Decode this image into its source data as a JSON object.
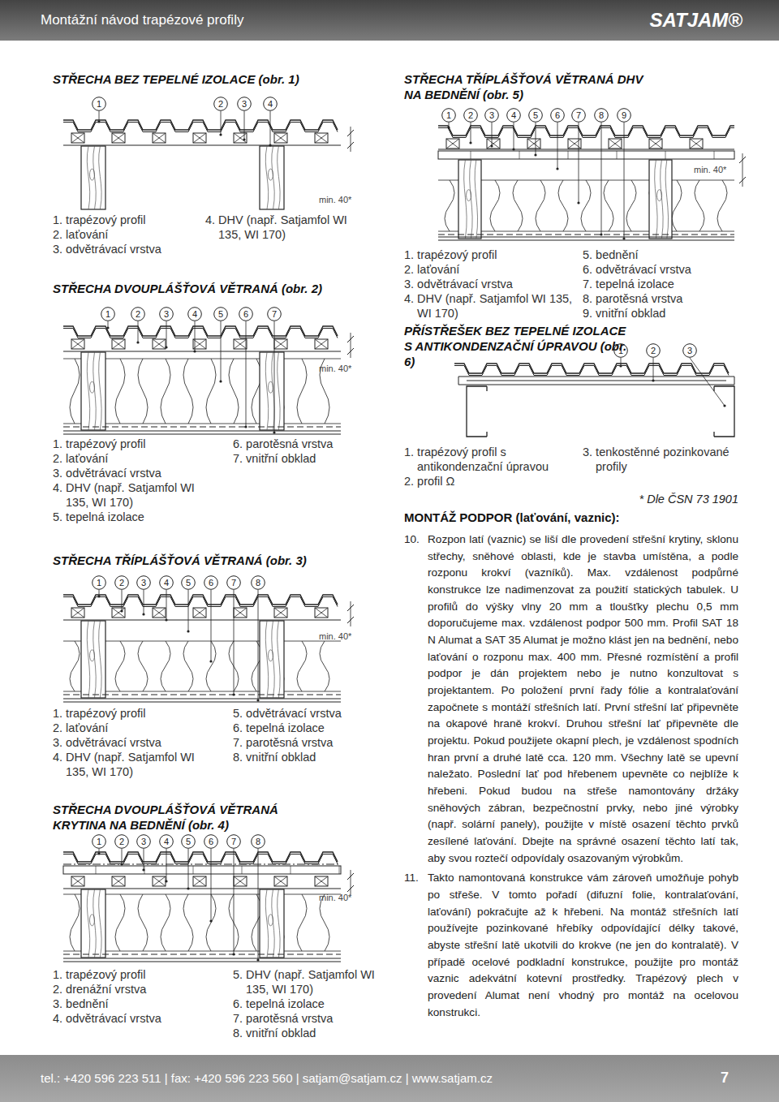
{
  "diagram": {
    "nodes": [
      {
        "text": [
          "Montážní návod trapézové profily",
          "SATJAM®"
        ]
      },
      {
        "text": [
          "tel.: +420 596 223 511 | fax: +420 596 223 560 | satjam@satjam.cz | www.satjam.cz",
          "7"
        ]
      },
      {
        "text": [
          "1"
        ]
      },
      {
        "text": [
          "2"
        ]
      },
      {
        "text": [
          "3"
        ]
      },
      {
        "text": [
          "4"
        ]
      },
      {
        "text": [
          "1"
        ]
      },
      {
        "text": [
          "2"
        ]
      },
      {
        "text": [
          "3"
        ]
      },
      {
        "text": [
          "4"
        ]
      },
      {
        "text": [
          "5"
        ]
      },
      {
        "text": [
          "6"
        ]
      },
      {
        "text": [
          "7"
        ]
      },
      {
        "text": [
          "1"
        ]
      },
      {
        "text": [
          "2"
        ]
      },
      {
        "text": [
          "3"
        ]
      },
      {
        "text": [
          "4"
        ]
      },
      {
        "text": [
          "5"
        ]
      },
      {
        "text": [
          "6"
        ]
      },
      {
        "text": [
          "7"
        ]
      },
      {
        "text": [
          "8"
        ]
      },
      {
        "text": [
          "1"
        ]
      },
      {
        "text": [
          "2"
        ]
      },
      {
        "text": [
          "3"
        ]
      },
      {
        "text": [
          "4"
        ]
      },
      {
        "text": [
          "5"
        ]
      },
      {
        "text": [
          "6"
        ]
      },
      {
        "text": [
          "7"
        ]
      },
      {
        "text": [
          "8"
        ]
      },
      {
        "text": [
          "1"
        ]
      },
      {
        "text": [
          "2"
        ]
      },
      {
        "text": [
          "3"
        ]
      },
      {
        "text": [
          "4"
        ]
      },
      {
        "text": [
          "5"
        ]
      },
      {
        "text": [
          "6"
        ]
      },
      {
        "text": [
          "7"
        ]
      },
      {
        "text": [
          "8"
        ]
      },
      {
        "text": [
          "9"
        ]
      },
      {
        "text": [
          "1"
        ]
      },
      {
        "text": [
          "2"
        ]
      },
      {
        "text": [
          "3"
        ]
      }
    ],
    "labels": [
      "STŘECHA BEZ TEPELNÉ IZOLACE (obr. 1)",
      "min. 40*",
      "1. trapézový profil",
      "2. laťování",
      "3. odvětrávací vrstva",
      "4. DHV (např. Satjamfol WI 135, WI 170)",
      "STŘECHA DVOUPLÁŠŤOVÁ VĚTRANÁ (obr. 2)",
      "min. 40*",
      "1. trapézový profil",
      "2. laťování",
      "3. odvětrávací vrstva",
      "4. DHV (např. Satjamfol WI 135, WI 170)",
      "5. tepelná izolace",
      "6. parotěsná vrstva",
      "7. vnitřní obklad",
      "STŘECHA TŘÍPLÁŠŤOVÁ VĚTRANÁ (obr. 3)",
      "min. 40*",
      "1. trapézový profil",
      "2. laťování",
      "3. odvětrávací vrstva",
      "4. DHV (např. Satjamfol WI 135, WI 170)",
      "5. odvětrávací vrstva",
      "6. tepelná izolace",
      "7. parotěsná vrstva",
      "8. vnitřní obklad",
      "STŘECHA DVOUPLÁŠŤOVÁ VĚTRANÁ KRYTINA NA BEDNĚNÍ (obr. 4)",
      "min. 40*",
      "1. trapézový profil",
      "2. drenážní vrstva",
      "3. bednění",
      "4. odvětrávací vrstva",
      "5. DHV (např. Satjamfol WI 135, WI 170)",
      "6. tepelná izolace",
      "7. parotěsná vrstva",
      "8. vnitřní obklad",
      "STŘECHA TŘÍPLÁŠŤOVÁ VĚTRANÁ DHV NA BEDNĚNÍ (obr. 5)",
      "min. 40*",
      "1. trapézový profil",
      "2. laťování",
      "3. odvětrávací vrstva",
      "4. DHV (např. Satjamfol WI 135, WI 170)",
      "5. bednění",
      "6. odvětrávací vrstva",
      "7. tepelná izolace",
      "8. parotěsná vrstva",
      "9. vnitřní obklad",
      "PŘÍSTŘEŠEK BEZ TEPELNÉ IZOLACE S ANTIKONDENZAČNÍ ÚPRAVOU (obr. 6)",
      "1. trapézový profil s antikondenzační úpravou",
      "2. profil Ω",
      "3. tenkostěnné pozinkované profily",
      "* Dle ČSN 73 1901",
      "MONTÁŽ PODPOR (laťování, vaznic):",
      "10.",
      "Rozpon latí (vaznic) se liší dle provedení střešní krytiny, sklonu střechy, sněhové oblasti, kde je stavba umístěna, a podle rozponu krokví (vazníků). Max. vzdálenost podpůrné konstrukce lze nadimenzovat za použití statických tabulek. U profilů do výšky vlny 20 mm a tloušťky plechu 0,5 mm doporučujeme max. vzdálenost podpor 500 mm. Profil SAT 18 N Alumat a SAT 35 Alumat je možno klást jen na bednění, nebo laťování o rozponu max. 400 mm. Přesné rozmístění a profil podpor je dán projektem nebo je nutno konzultovat s projektantem. Po položení první řady fólie a kontralaťování započnete s montáží střešních latí. První střešní lať připevněte na okapové hraně krokví. Druhou střešní lať připevněte dle projektu. Pokud použijete okapní plech, je vzdálenost spodních hran první a druhé latě cca. 120 mm. Všechny latě se upevní naležato. Poslední lať pod hřebenem upevněte co nejblíže k hřebeni. Pokud budou na střeše namontovány držáky sněhových zábran, bezpečnostní prvky, nebo jiné výrobky (např. solární panely), použijte v místě osazení těchto prvků zesílené laťování. Dbejte na správné osazení těchto latí tak, aby svou roztečí odpovídaly osazovaným výrobkům.",
      "11.",
      "Takto namontovaná konstrukce vám zároveň umožňuje pohyb po střeše. V tomto pořadí (difuzní folie, kontralaťování, laťování) pokračujte až k hřebeni. Na montáž střešních latí používejte pozinkované hřebíky odpovídající délky takové, abyste střešní latě ukotvili do krokve (ne jen do kontralatě). V případě ocelové podkladní konstrukce, použijte pro montáž vaznic adekvátní kotevní prostředky. Trapézový plech v provedení Alumat není vhodný pro montáž na ocelovou konstrukci."
    ]
  }
}
